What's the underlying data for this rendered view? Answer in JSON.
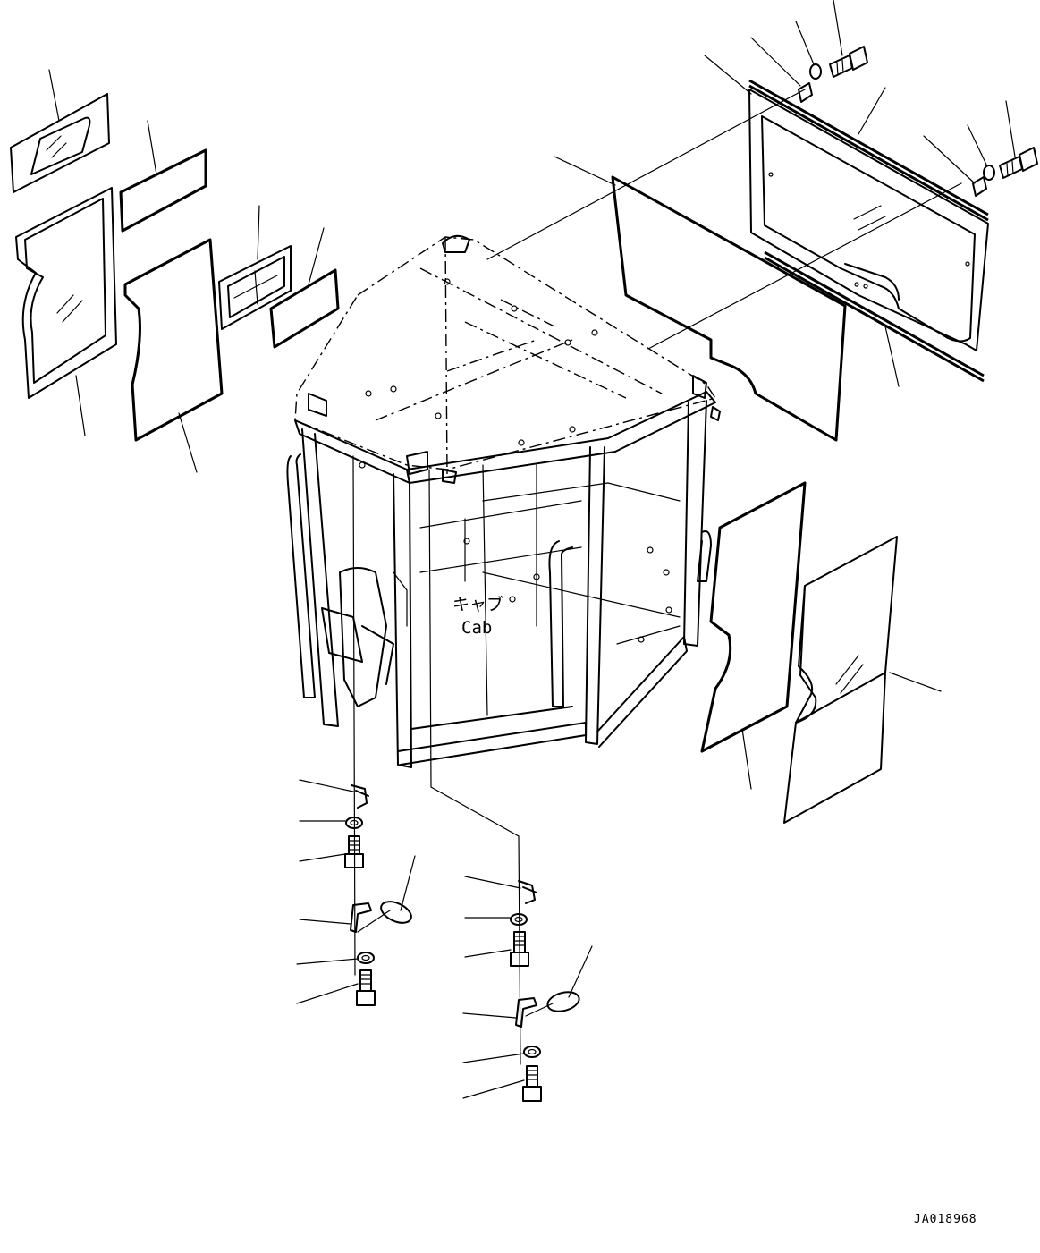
{
  "diagram": {
    "cab_label_jp": "キャブ",
    "cab_label_en": "Cab",
    "drawing_code": "JA018968"
  }
}
